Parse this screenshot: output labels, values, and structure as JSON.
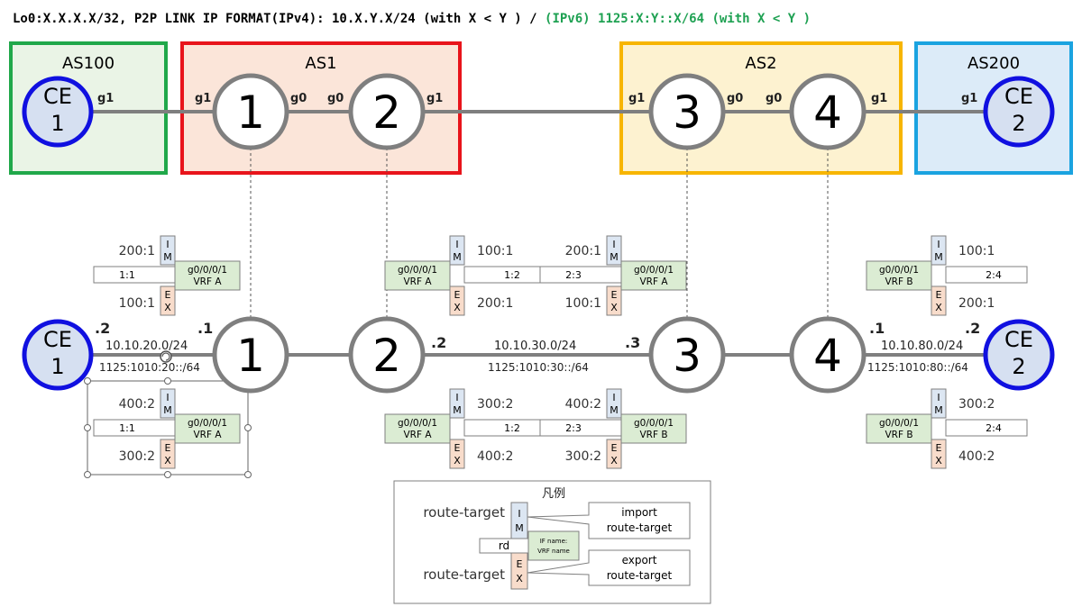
{
  "header": {
    "title_main": "Lo0:X.X.X.X/32, P2P LINK IP FORMAT(IPv4): 10.X.Y.X/24 (with X < Y ) / ",
    "title_ipv6": "(IPv6) 1125:X:Y::X/64 (with X < Y )"
  },
  "top": {
    "boxes": [
      {
        "label": "AS100",
        "color": "#20a84a",
        "fill": "#eaf4e6"
      },
      {
        "label": "AS1",
        "color": "#e8141b",
        "fill": "#fbe5d9"
      },
      {
        "label": "AS2",
        "color": "#f7b500",
        "fill": "#fdf2d0"
      },
      {
        "label": "AS200",
        "color": "#1aa3e0",
        "fill": "#dcebf8"
      }
    ],
    "ce1": {
      "line1": "CE",
      "line2": "1"
    },
    "ce2": {
      "line1": "CE",
      "line2": "2"
    },
    "routers": [
      "1",
      "2",
      "3",
      "4"
    ],
    "ifaces": {
      "ce1_g1": "g1",
      "r1_g1": "g1",
      "r1_g0": "g0",
      "r2_g0": "g0",
      "r2_g1": "g1",
      "r3_g1": "g1",
      "r3_g0": "g0",
      "r4_g0": "g0",
      "r4_g1": "g1",
      "ce2_g1": "g1"
    }
  },
  "bottom": {
    "routers": [
      "1",
      "2",
      "3",
      "4"
    ],
    "ce1": {
      "line1": "CE",
      "line2": "1"
    },
    "ce2": {
      "line1": "CE",
      "line2": "2"
    },
    "links": {
      "left": {
        "v4": "10.10.20.0/24",
        "v6": "1125:1010:20::/64",
        "ce_host": ".2",
        "r_host": ".1"
      },
      "mid": {
        "v4": "10.10.30.0/24",
        "v6": "1125:1010:30::/64",
        "a_host": ".2",
        "b_host": ".3"
      },
      "right": {
        "v4": "10.10.80.0/24",
        "v6": "1125:1010:80::/64",
        "r_host": ".1",
        "ce_host": ".2"
      }
    },
    "vrf_cards": [
      {
        "im_label": "200:1",
        "rd": "1:1",
        "if_line1": "g0/0/0/1",
        "if_line2": "VRF A",
        "ex_label": "100:1"
      },
      {
        "im_label": "400:2",
        "rd": "1:1",
        "if_line1": "g0/0/0/1",
        "if_line2": "VRF A",
        "ex_label": "300:2"
      },
      {
        "im_label": "100:1",
        "rd": "1:2",
        "if_line1": "g0/0/0/1",
        "if_line2": "VRF A",
        "ex_label": "200:1"
      },
      {
        "im_label": "300:2",
        "rd": "1:2",
        "if_line1": "g0/0/0/1",
        "if_line2": "VRF A",
        "ex_label": "400:2"
      },
      {
        "im_label": "200:1",
        "rd": "2:3",
        "if_line1": "g0/0/0/1",
        "if_line2": "VRF A",
        "ex_label": "100:1"
      },
      {
        "im_label": "400:2",
        "rd": "2:3",
        "if_line1": "g0/0/0/1",
        "if_line2": "VRF B",
        "ex_label": "300:2"
      },
      {
        "im_label": "100:1",
        "rd": "2:4",
        "if_line1": "g0/0/0/1",
        "if_line2": "VRF B",
        "ex_label": "200:1"
      },
      {
        "im_label": "300:2",
        "rd": "2:4",
        "if_line1": "g0/0/0/1",
        "if_line2": "VRF B",
        "ex_label": "400:2"
      }
    ],
    "im_letters": [
      "I",
      "M"
    ],
    "ex_letters": [
      "E",
      "X"
    ]
  },
  "legend": {
    "title": "凡例",
    "rt_import": "route-target",
    "rt_export": "route-target",
    "rd": "rd",
    "if_line1": "IF name:",
    "if_line2": "VRF name",
    "import_line1": "import",
    "import_line2": "route-target",
    "export_line1": "export",
    "export_line2": "route-target"
  },
  "colors": {
    "im_fill": "#dce6f2",
    "ex_fill": "#f8dccb",
    "vrf_fill": "#dbecd3",
    "ce_fill": "#d6e0f1",
    "ce_stroke": "#1010e0",
    "router_stroke": "#7f7f7f"
  }
}
